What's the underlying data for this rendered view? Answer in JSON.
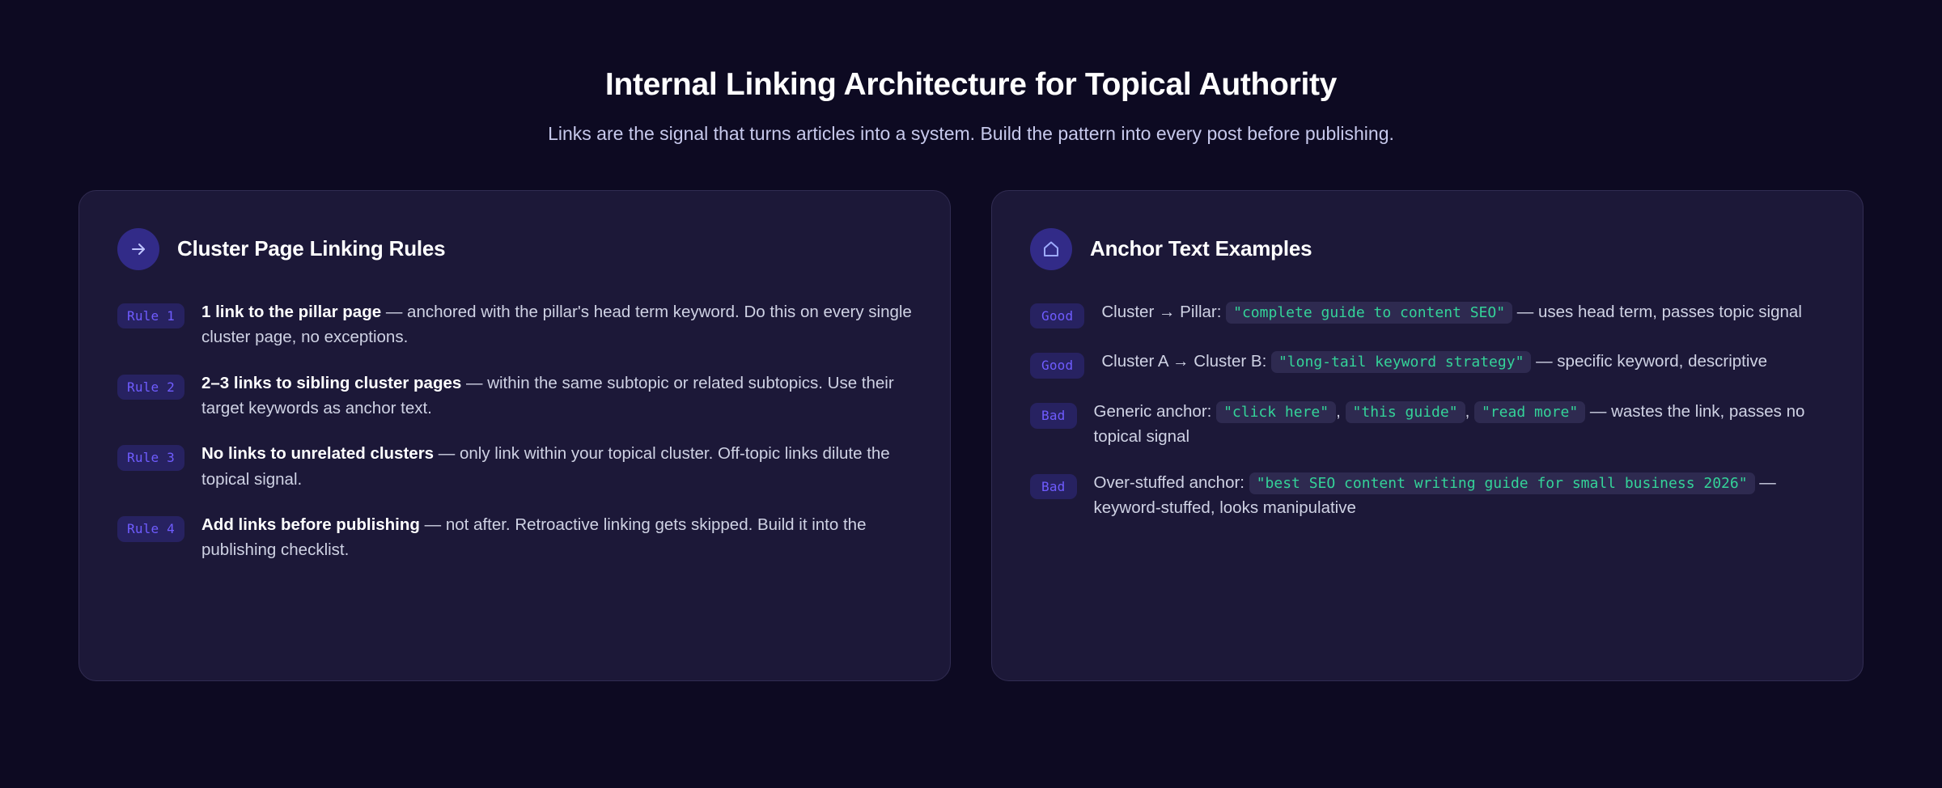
{
  "header": {
    "title": "Internal Linking Architecture for Topical Authority",
    "subtitle": "Links are the signal that turns articles into a system. Build the pattern into every post before publishing."
  },
  "colors": {
    "page_background": "#0d0a22",
    "card_background": "#1c1838",
    "card_border": "#312c52",
    "icon_circle": "#322b88",
    "badge_background": "#272261",
    "badge_text": "#6f5cff",
    "code_text": "#34d399",
    "code_background": "#2e2a50",
    "body_text": "#cfd2e4",
    "heading_text": "#ffffff",
    "subtitle_text": "#c7c9ec"
  },
  "left_card": {
    "icon": "arrow-right-icon",
    "title": "Cluster Page Linking Rules",
    "rules": [
      {
        "badge": "Rule 1",
        "lead": "1 link to the pillar page",
        "dash": " — ",
        "rest": "anchored with the pillar's head term keyword. Do this on every single cluster page, no exceptions."
      },
      {
        "badge": "Rule 2",
        "lead": "2–3 links to sibling cluster pages",
        "dash": " — ",
        "rest": "within the same subtopic or related subtopics. Use their target keywords as anchor text."
      },
      {
        "badge": "Rule 3",
        "lead": "No links to unrelated clusters",
        "dash": " — ",
        "rest": "only link within your topical cluster. Off-topic links dilute the topical signal."
      },
      {
        "badge": "Rule 4",
        "lead": "Add links before publishing",
        "dash": " — ",
        "rest": "not after. Retroactive linking gets skipped. Build it into the publishing checklist."
      }
    ]
  },
  "right_card": {
    "icon": "home-icon",
    "title": "Anchor Text Examples",
    "examples": [
      {
        "badge": "Good",
        "prefix": "Cluster → Pillar: ",
        "codes": [
          "\"complete guide to content SEO\""
        ],
        "separators": [],
        "suffix": " — uses head term, passes topic signal"
      },
      {
        "badge": "Good",
        "prefix": "Cluster A → Cluster B: ",
        "codes": [
          "\"long-tail keyword strategy\""
        ],
        "separators": [],
        "suffix": " — specific keyword, descriptive"
      },
      {
        "badge": "Bad",
        "prefix": "Generic anchor: ",
        "codes": [
          "\"click here\"",
          "\"this guide\"",
          "\"read more\""
        ],
        "separators": [
          ", ",
          ", "
        ],
        "suffix": " — wastes the link, passes no topical signal"
      },
      {
        "badge": "Bad",
        "prefix": "Over-stuffed anchor: ",
        "codes": [
          "\"best SEO content writing guide for small business 2026\""
        ],
        "separators": [],
        "suffix": " — keyword-stuffed, looks manipulative"
      }
    ]
  }
}
